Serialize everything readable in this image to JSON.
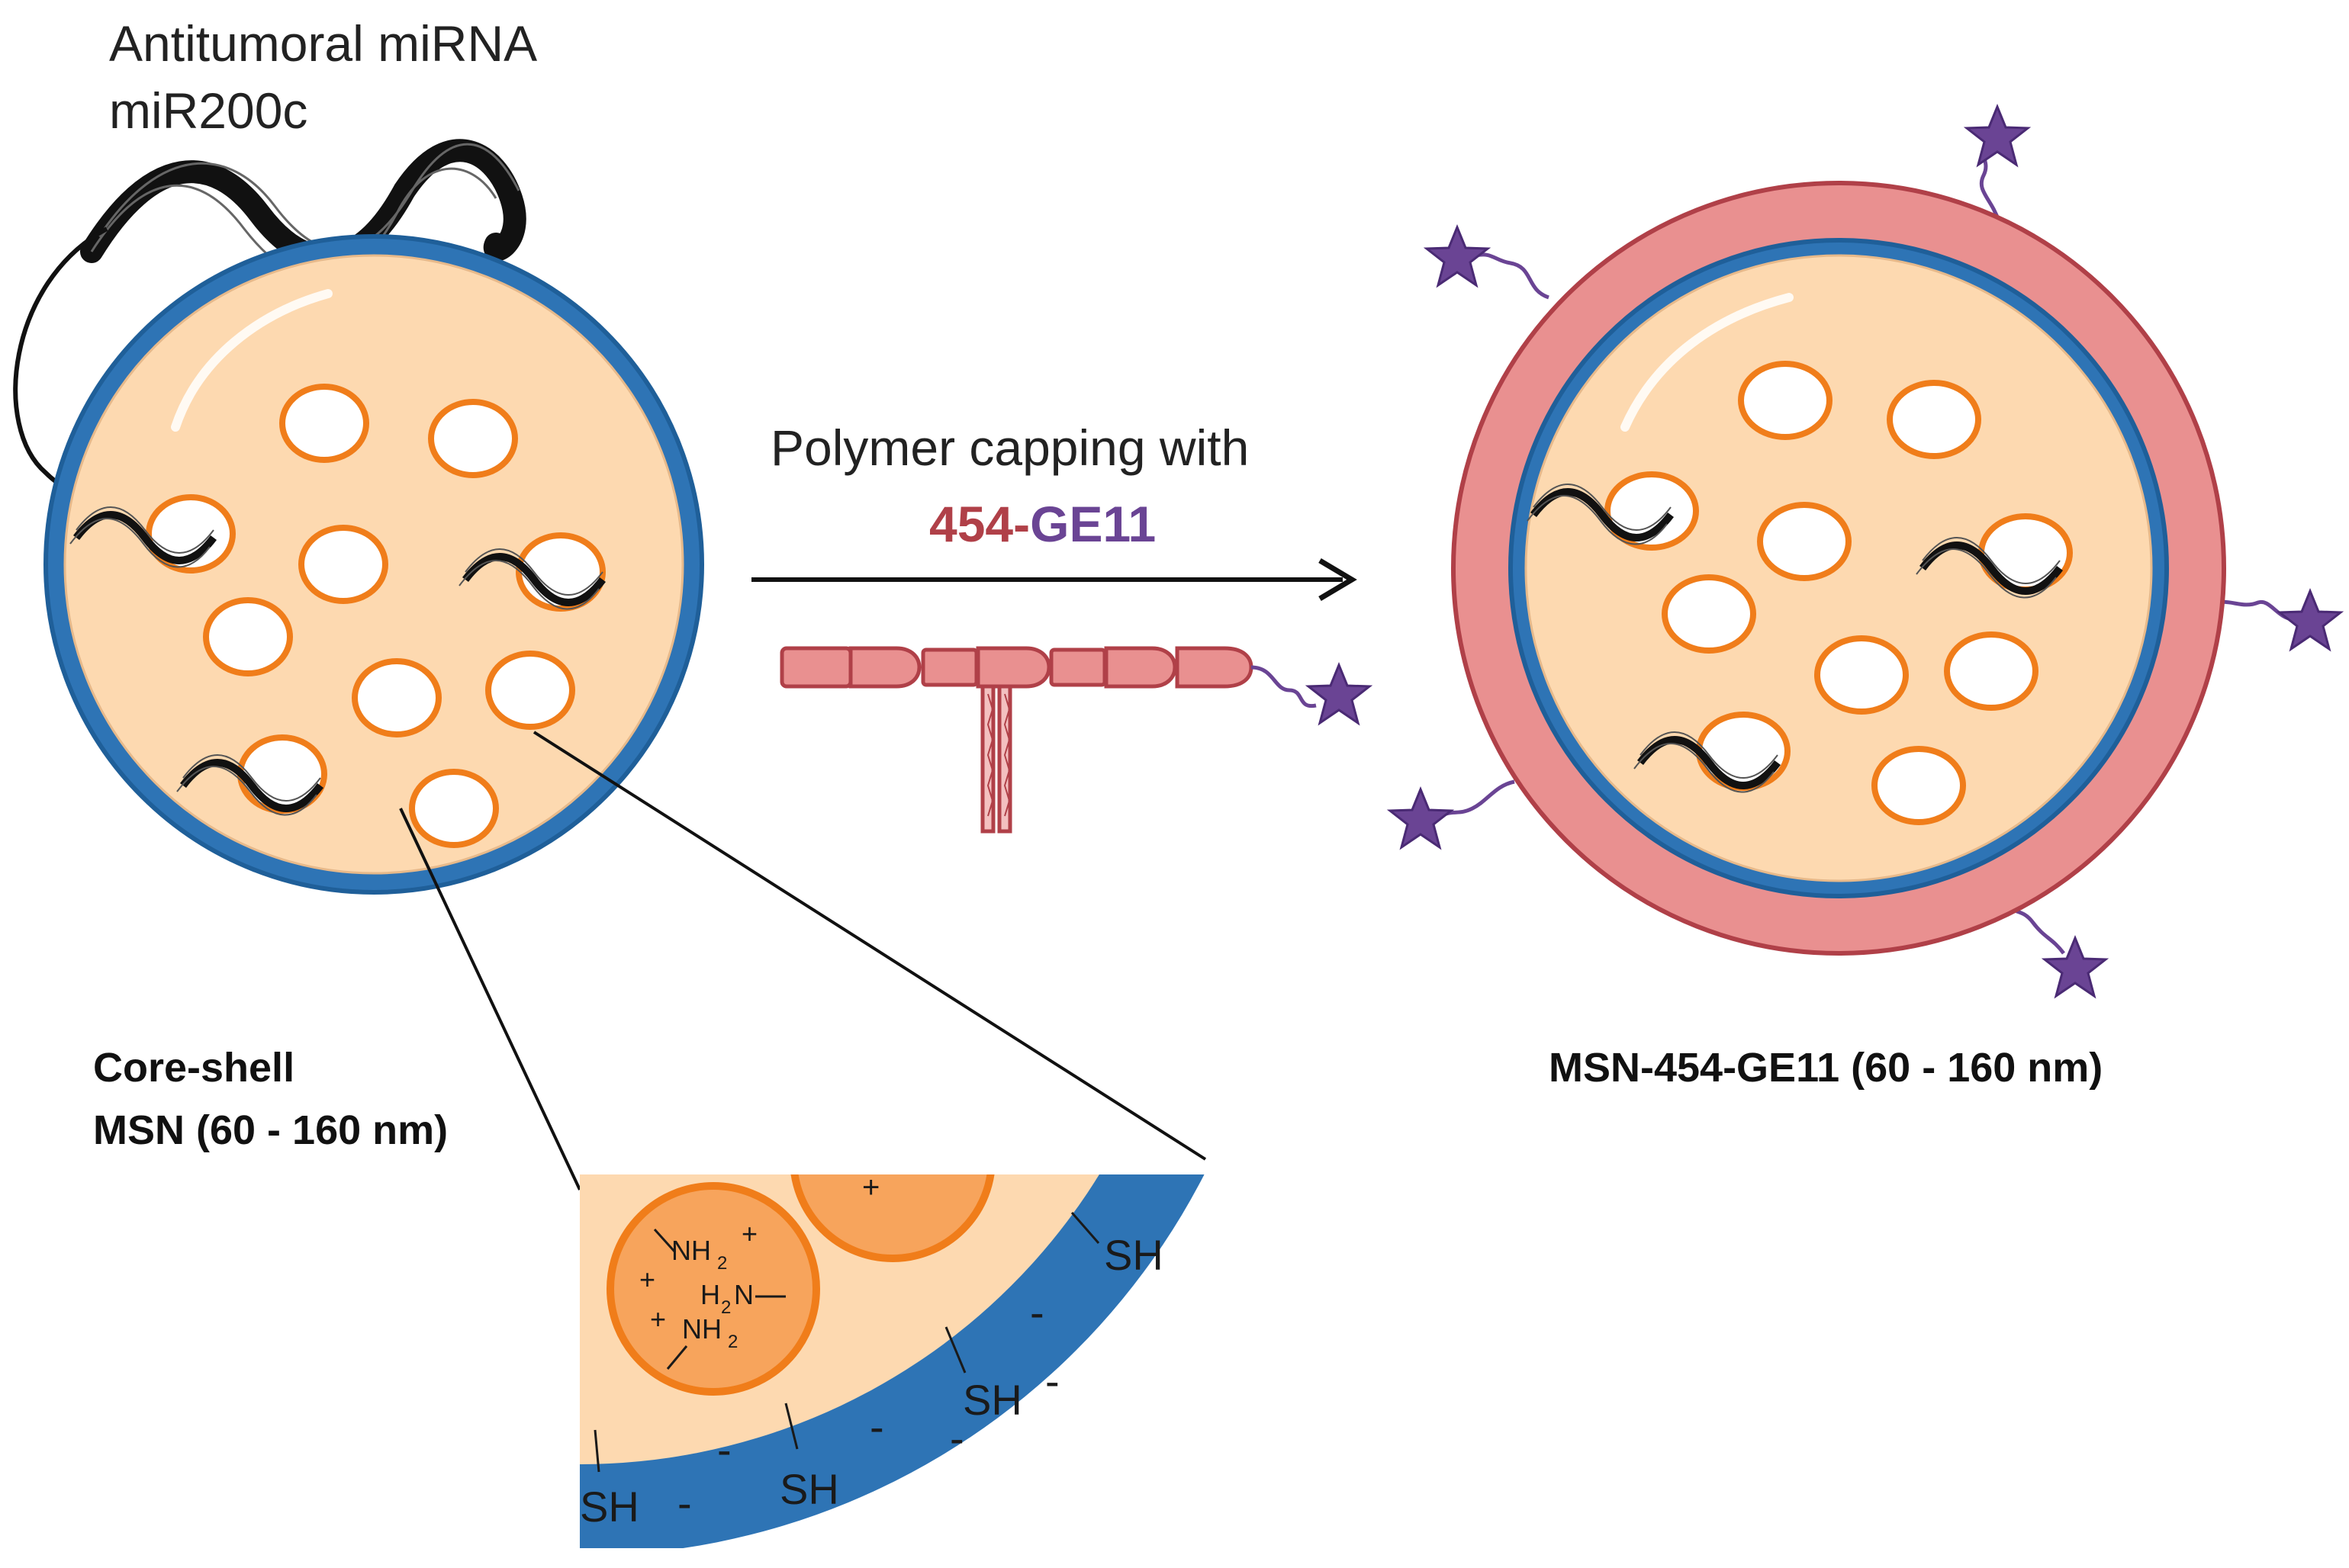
{
  "mirna_label": {
    "line1": "Antitumoral miRNA",
    "line2": "miR200c"
  },
  "process": {
    "line1": "Polymer capping with",
    "part_a": "454",
    "separator": "-",
    "part_b": "GE11"
  },
  "left_particle": {
    "caption_line1": "Core-shell",
    "caption_line2": "MSN (60 - 160 nm)"
  },
  "right_particle": {
    "caption": "MSN-454-GE11 (60 - 160 nm)"
  },
  "inset": {
    "amine": "NH",
    "amine_sub": "2",
    "amine_rev": "H",
    "amine_rev_sub": "2",
    "amine_rev_tail": "N",
    "plus": "+",
    "thiol": "SH",
    "minus": "-"
  },
  "colors": {
    "core": "#fdd9b0",
    "shell": "#2e74b5",
    "shell_dark": "#1f5f99",
    "pore_stroke": "#f07d1a",
    "polymer": "#e99090",
    "polymer_dark": "#b04048",
    "peptide": "#6a4494",
    "text_454": "#b04048",
    "text_ge11": "#6a4494"
  }
}
